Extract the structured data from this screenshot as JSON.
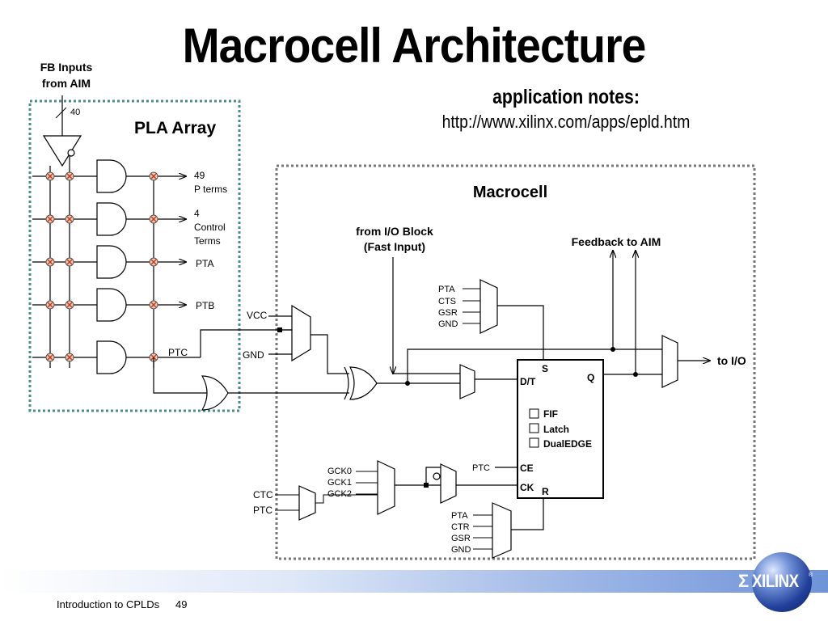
{
  "title": "Macrocell Architecture",
  "app_notes": {
    "label": "application notes:",
    "url": "http://www.xilinx.com/apps/epld.htm"
  },
  "pla": {
    "inputs_line1": "FB Inputs",
    "inputs_line2": "from AIM",
    "bus_width": "40",
    "title": "PLA Array",
    "pterms_count": "49",
    "pterms_label": "P terms",
    "control_count": "4",
    "control_label1": "Control",
    "control_label2": "Terms",
    "pta": "PTA",
    "ptb": "PTB",
    "ptc": "PTC"
  },
  "macrocell": {
    "title": "Macrocell",
    "from_io_line1": "from I/O Block",
    "from_io_line2": "(Fast Input)",
    "feedback": "Feedback to AIM",
    "to_io": "to I/O",
    "vcc": "VCC",
    "gnd": "GND",
    "set_mux": [
      "PTA",
      "CTS",
      "GSR",
      "GND"
    ],
    "reset_mux": [
      "PTA",
      "CTR",
      "GSR",
      "GND"
    ],
    "clock_mux": [
      "GCK0",
      "GCK1",
      "GCK2"
    ],
    "ctc": "CTC",
    "ptc_left": "PTC",
    "ptc_ce": "PTC",
    "ff": {
      "s": "S",
      "dt": "D/T",
      "q": "Q",
      "ce": "CE",
      "ck": "CK",
      "r": "R",
      "options": [
        "FIF",
        "Latch",
        "DualEDGE"
      ]
    }
  },
  "footer": {
    "text": "Introduction to CPLDs",
    "page": "49"
  },
  "logo": {
    "mark": "Σ",
    "name": "XILINX",
    "reg": "®"
  },
  "colors": {
    "pla_border": "#4a8e86",
    "macrocell_border": "#777777",
    "node_fill": "#f4c8a8",
    "node_x": "#c0392b",
    "footer_band": "#9db6e6",
    "logo_globe": "#22409a"
  }
}
